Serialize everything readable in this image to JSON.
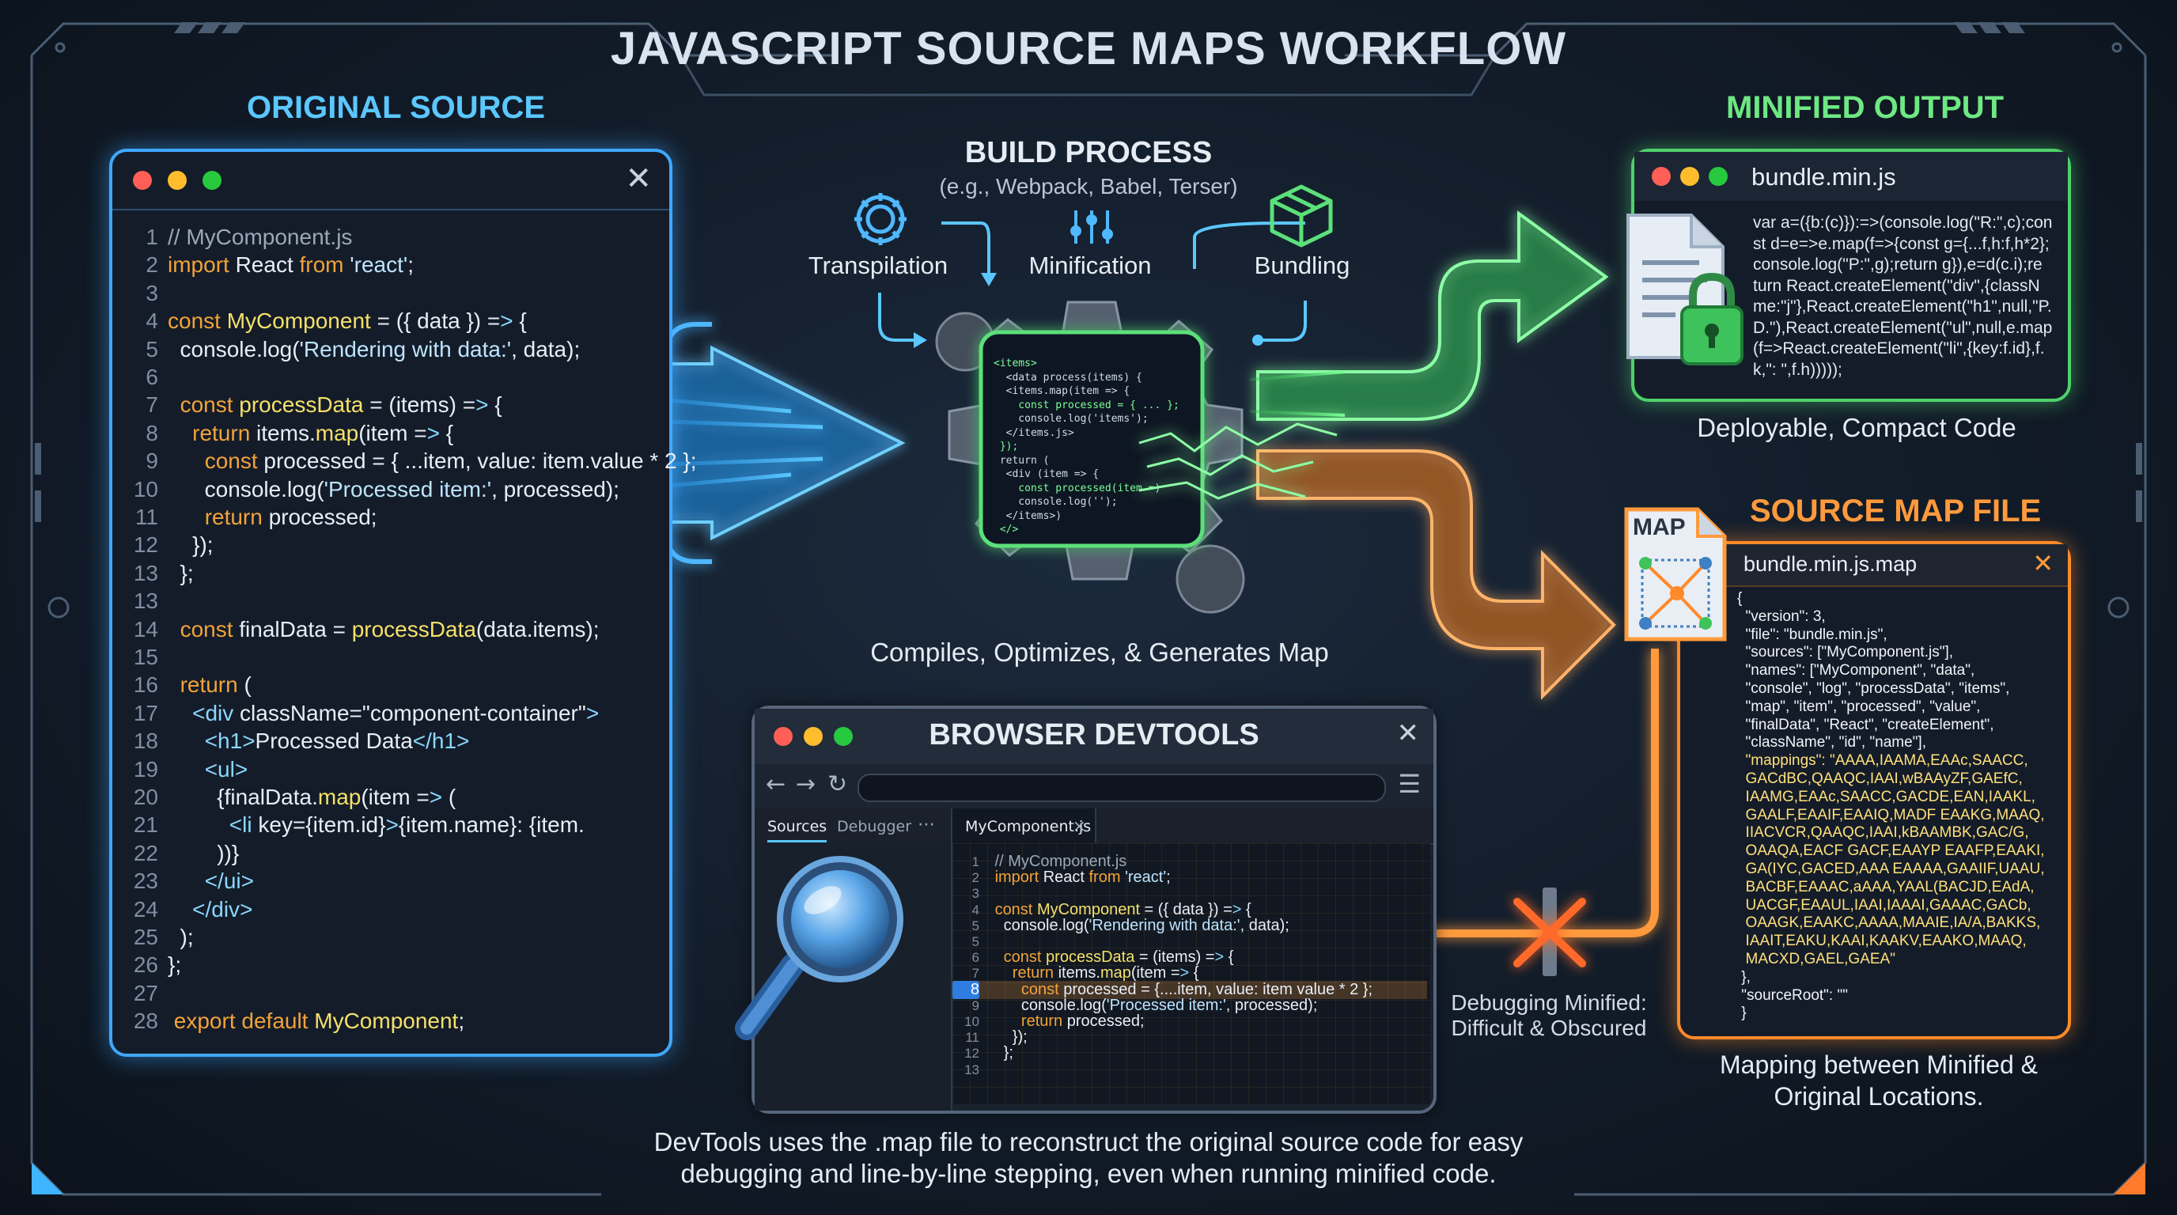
{
  "title": "JAVASCRIPT SOURCE MAPS WORKFLOW",
  "colors": {
    "blue_accent": "#3fb4ff",
    "green_accent": "#5be07a",
    "orange_accent": "#ff9a3c",
    "keyword": "#f2a33a",
    "function": "#f5e06a",
    "string": "#bde4ff",
    "panel_bg": "#141c29"
  },
  "original": {
    "heading": "ORIGINAL SOURCE",
    "lines": [
      {
        "n": "1",
        "t": "// MyComponent.js"
      },
      {
        "n": "2",
        "t": "import React from 'react';"
      },
      {
        "n": "3",
        "t": ""
      },
      {
        "n": "4",
        "t": "const MyComponent = ({ data }) => {"
      },
      {
        "n": "5",
        "t": "  console.log('Rendering with data:', data);"
      },
      {
        "n": "6",
        "t": ""
      },
      {
        "n": "7",
        "t": "  const processData = (items) => {"
      },
      {
        "n": "8",
        "t": "    return items.map(item => {"
      },
      {
        "n": "9",
        "t": "      const processed = { ...item, value: item.value * 2 };"
      },
      {
        "n": "10",
        "t": "      console.log('Processed item:', processed);"
      },
      {
        "n": "11",
        "t": "      return processed;"
      },
      {
        "n": "12",
        "t": "    });"
      },
      {
        "n": "13",
        "t": "  };"
      },
      {
        "n": "13",
        "t": ""
      },
      {
        "n": "14",
        "t": "  const finalData = processData(data.items);"
      },
      {
        "n": "15",
        "t": ""
      },
      {
        "n": "16",
        "t": "  return ("
      },
      {
        "n": "17",
        "t": "    <div className=\"component-container\">"
      },
      {
        "n": "18",
        "t": "      <h1>Processed Data</h1>"
      },
      {
        "n": "19",
        "t": "      <ul>"
      },
      {
        "n": "20",
        "t": "        {finalData.map(item => ("
      },
      {
        "n": "21",
        "t": "          <li key={item.id}>{item.name}: {item."
      },
      {
        "n": "22",
        "t": "        ))}"
      },
      {
        "n": "23",
        "t": "      </ui>"
      },
      {
        "n": "24",
        "t": "    </div>"
      },
      {
        "n": "25",
        "t": "  );"
      },
      {
        "n": "26",
        "t": "};"
      },
      {
        "n": "27",
        "t": ""
      },
      {
        "n": "28",
        "t": " export default MyComponent;"
      }
    ]
  },
  "build": {
    "heading": "BUILD PROCESS",
    "subheading": "(e.g., Webpack, Babel, Terser)",
    "steps": [
      "Transpilation",
      "Minification",
      "Bundling"
    ],
    "caption": "Compiles, Optimizes, & Generates Map",
    "screen_lines": [
      "<items>",
      "  <data process(items) {",
      "  <items.map(item => {",
      "    const processed = { ... };",
      "    console.log('items');",
      "  </items.js>",
      " });",
      " return (",
      "  <div (item => {",
      "    const processed(item =)",
      "    console.log('');",
      "  </items>)",
      " </>"
    ]
  },
  "minified": {
    "heading": "MINIFIED OUTPUT",
    "filename": "bundle.min.js",
    "lines": [
      "var a=({b:(c)}):=>(console.log(\"R:\",c);con",
      "st d=e=>e.map(f=>{const g={...f,h:f,h*2};",
      "console.log(\"P:\",g);return g}),e=d(c.i);re",
      "turn React.createElement(\"div\",{classN",
      "me:\"j\"},React.createElement(\"h1\",null,\"P.",
      "D.\"),React.createElement(\"ul\",null,e.map",
      "(f=>React.createElement(\"li\",{key:f.id},f.",
      "k,\": \",f.h)))));"
    ],
    "caption": "Deployable, Compact Code"
  },
  "sourcemap": {
    "heading": "SOURCE MAP FILE",
    "icon_label": "MAP",
    "filename": "bundle.min.js.map",
    "lines": [
      "{",
      "  \"version\": 3,",
      "  \"file\": \"bundle.min.js\",",
      "  \"sources\": [\"MyComponent.js\"],",
      "  \"names\": [\"MyComponent\", \"data\",",
      "  \"console\", \"log\", \"processData\", \"items\",",
      "  \"map\", \"item\", \"processed\", \"value\",",
      "  \"finalData\", \"React\", \"createElement\",",
      "  \"className\", \"id\", \"name\"],",
      "  \"mappings\": \"AAAA,IAAMA,EAAc,SAACC,",
      "  GACdBC,QAAQC,IAAI,wBAAyZF,GAEfC,",
      "  IAAMG,EAAc,SAACC,GACDE,EAN,IAAKL,",
      "  GAALF,EAAIF,EAAIQ,MADF EAAKG,MAAQ,",
      "  IIACVCR,QAAQC,IAAI,kBAAMBK,GAC/G,",
      "  OAAQA,EACF GACF,EAAYP EAAFP,EAAKI,",
      "  GA(IYC,GACED,AAA EAAAA,GAAIIF,UAAU,",
      "  BACBF,EAAAC,aAAA,YAAL(BACJD,EAdA,",
      "  UACGF,EAAUL,IAAI,IAAAI,GAAAC,GACb,",
      "  OAAGK,EAAKC,AAAA,MAAIE,IA/A,BAKKS,",
      "  IAAIT,EAKU,KAAI,KAAKV,EAAKO,MAAQ,",
      "  MACXD,GAEL,GAEA\"",
      " },",
      " \"sourceRoot\": \"\"",
      " }"
    ],
    "caption_line1": "Mapping between Minified &",
    "caption_line2": "Original Locations."
  },
  "devtools": {
    "heading": "BROWSER DEVTOOLS",
    "tabs": [
      "Sources",
      "Debugger",
      "⋯"
    ],
    "file_tab": "MyComponent.js",
    "file_tab_close": "×",
    "lines": [
      {
        "n": "1",
        "t": " // MyComponent.js"
      },
      {
        "n": "2",
        "t": " import React from 'react';"
      },
      {
        "n": "3",
        "t": ""
      },
      {
        "n": "4",
        "t": " const MyComponent = ({ data }) => {"
      },
      {
        "n": "5",
        "t": "   console.log('Rendering with data:', data);"
      },
      {
        "n": "5",
        "t": ""
      },
      {
        "n": "6",
        "t": "   const processData = (items) => {"
      },
      {
        "n": "7",
        "t": "     return items.map(item => {"
      },
      {
        "n": "8",
        "t": "       const processed = {....item, value: item value * 2 };"
      },
      {
        "n": "9",
        "t": "       console.log('Processed item:', processed);"
      },
      {
        "n": "10",
        "t": "       return processed;"
      },
      {
        "n": "11",
        "t": "     });"
      },
      {
        "n": "12",
        "t": "   };"
      },
      {
        "n": "13",
        "t": ""
      }
    ],
    "active_line_index": 8,
    "caption_line1": "DevTools uses the .map file to reconstruct the original source code for easy",
    "caption_line2": "debugging and line-by-line stepping, even when running minified code."
  },
  "blocked": {
    "line1": "Debugging Minified:",
    "line2": "Difficult & Obscured"
  }
}
